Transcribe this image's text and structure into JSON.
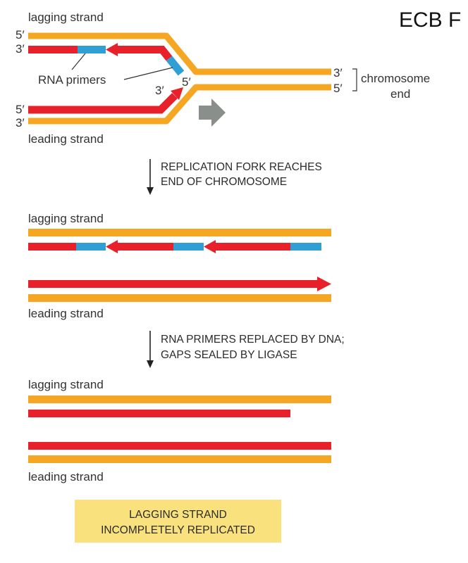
{
  "header": {
    "corner_title": "ECB F"
  },
  "colors": {
    "parental_strand": "#f5a623",
    "new_dna": "#e8202a",
    "rna_primer": "#2f9fd6",
    "fork_arrow": "#8a8f8c",
    "result_box": "#f9e27d",
    "text": "#333333"
  },
  "panel_fork": {
    "top_strand_label": "lagging strand",
    "bottom_strand_label": "leading strand",
    "end_5_top": "5′",
    "end_3_top": "3′",
    "end_5_bottom": "5′",
    "end_3_bottom": "3′",
    "primer_label": "RNA primers",
    "inner_3": "3′",
    "inner_5": "5′",
    "right_3": "3′",
    "right_5": "5′",
    "chromosome_end_line1": "chromosome",
    "chromosome_end_line2": "end"
  },
  "step1": {
    "line1": "REPLICATION FORK REACHES",
    "line2": "END OF CHROMOSOME"
  },
  "panel_reach": {
    "top_strand_label": "lagging strand",
    "bottom_strand_label": "leading strand"
  },
  "step2": {
    "line1": "RNA PRIMERS REPLACED BY DNA;",
    "line2": "GAPS SEALED BY LIGASE"
  },
  "panel_final": {
    "top_strand_label": "lagging strand",
    "bottom_strand_label": "leading strand"
  },
  "result": {
    "line1": "LAGGING STRAND",
    "line2": "INCOMPLETELY REPLICATED"
  }
}
